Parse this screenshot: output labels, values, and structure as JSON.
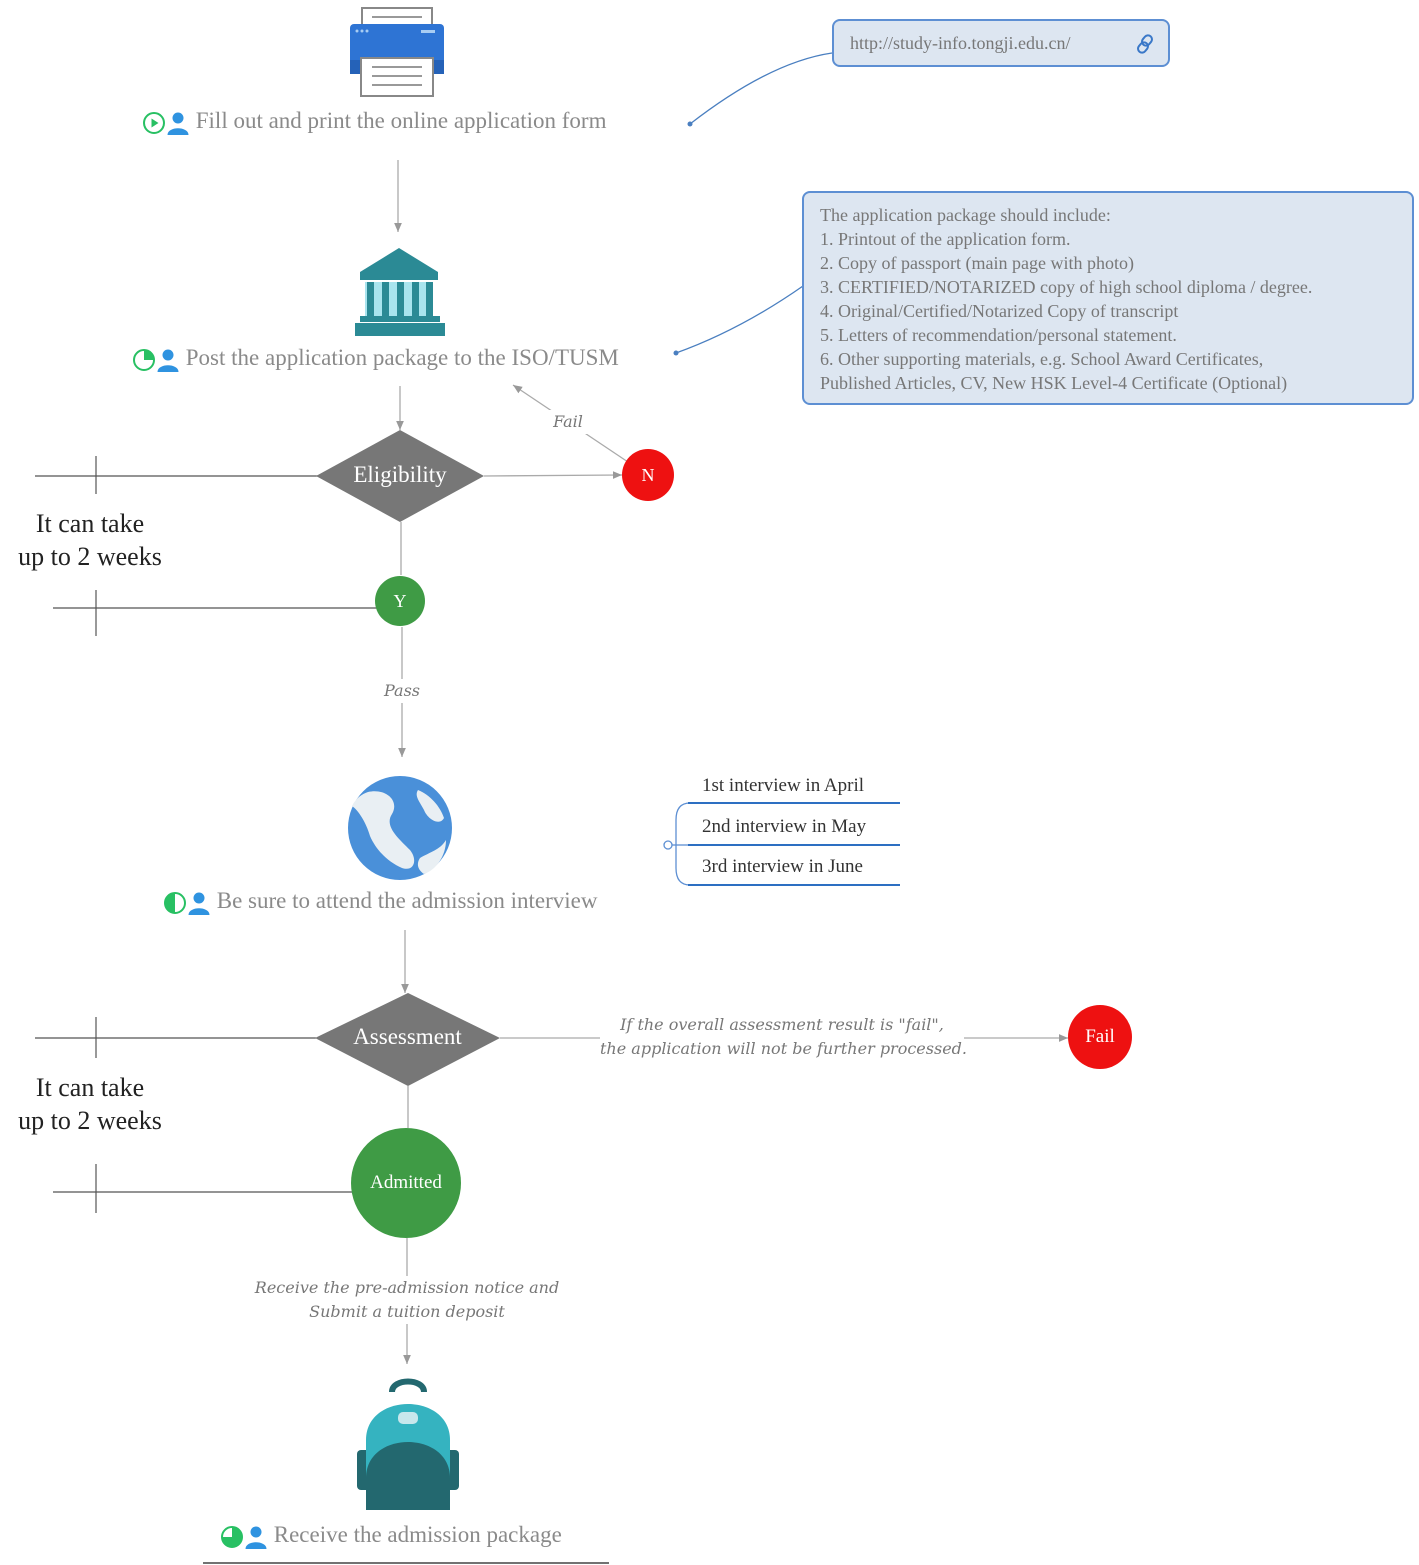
{
  "steps": {
    "fill_form": "Fill out and print the online application form",
    "post_package": "Post the application package to the ISO/TUSM",
    "attend_interview": "Be sure to attend the admission interview",
    "receive_package": "Receive the admission package"
  },
  "link_note": {
    "url": "http://study-info.tongji.edu.cn/",
    "icon": "link-icon"
  },
  "package_note": {
    "lines": [
      "The application package should include:",
      "1. Printout of the application form.",
      "2. Copy of passport (main page with photo)",
      "3. CERTIFIED/NOTARIZED copy of high school diploma / degree.",
      "4. Original/Certified/Notarized Copy of transcript",
      "5. Letters of recommendation/personal statement.",
      "6. Other supporting materials, e.g. School Award Certificates,",
      "Published Articles, CV, New HSK Level-4 Certificate (Optional)"
    ]
  },
  "decisions": {
    "eligibility": "Eligibility",
    "assessment": "Assessment"
  },
  "outcomes": {
    "no": "N",
    "yes": "Y",
    "fail": "Fail",
    "admitted": "Admitted"
  },
  "edge_labels": {
    "fail": "Fail",
    "pass": "Pass",
    "assessment_fail": [
      "If the overall assessment result is \"fail\",",
      "the application will not be further processed."
    ],
    "deposit": [
      "Receive the pre-admission notice and",
      "Submit a tuition deposit"
    ]
  },
  "durations": {
    "first": [
      "It can take",
      "up to 2 weeks"
    ],
    "second": [
      "It can take",
      "up to 2 weeks"
    ]
  },
  "interviews": [
    "1st interview in April",
    "2nd interview in May",
    "3rd interview in June"
  ],
  "colors": {
    "decision": "#777777",
    "yes": "#3f9b45",
    "no": "#ee1111",
    "note_bg": "#dde6f1",
    "note_border": "#5d8fd3",
    "person": "#2f93e0",
    "status": "#28c063"
  },
  "icons": {
    "printer": "printer-icon",
    "bank": "bank-icon",
    "globe": "globe-icon",
    "backpack": "backpack-icon",
    "start": "play-circle-icon",
    "quarter": "progress-quarter-icon",
    "half": "progress-half-icon",
    "three_quarter": "progress-three-quarter-icon",
    "person": "person-icon"
  },
  "task_progress": {
    "fill_form": 0,
    "post_package": 0.25,
    "attend_interview": 0.5,
    "receive_package": 0.75
  }
}
